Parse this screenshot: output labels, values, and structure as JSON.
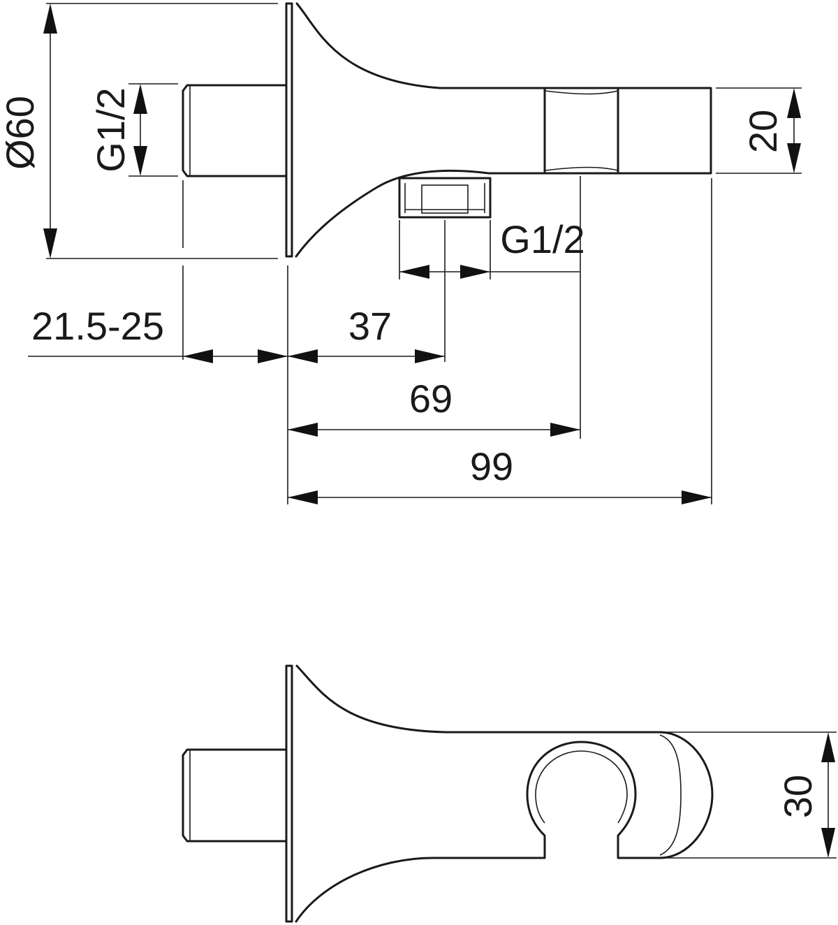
{
  "dimensions": {
    "diameter": "Ø60",
    "inlet_thread": "G1/2",
    "outlet_thread": "G1/2",
    "spout_height": "20",
    "wall_depth": "21.5-25",
    "outlet_offset": "37",
    "outlet_to_spout": "69",
    "total_length": "99",
    "holder_height": "30"
  },
  "colors": {
    "line": "#1a1a1a",
    "background": "#ffffff"
  }
}
